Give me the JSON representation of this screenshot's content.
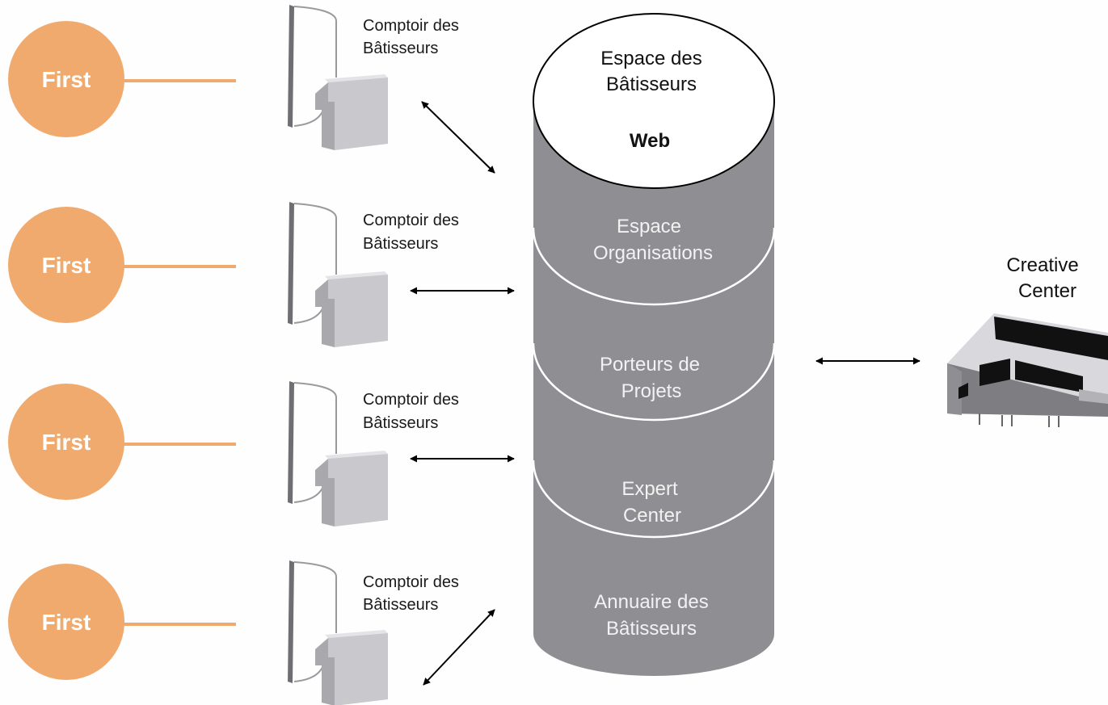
{
  "colors": {
    "first_circle": "#f0aa6e",
    "connector_line": "#f0aa6e",
    "database_fill": "#8f8e92",
    "database_top": "#ffffff",
    "counter_body": "#c9c8cc",
    "counter_side": "#a9a8ac",
    "arrow": "#000000"
  },
  "first_nodes": [
    {
      "label": "First",
      "counter_label_line1": "Comptoir des",
      "counter_label_line2": "Bâtisseurs"
    },
    {
      "label": "First",
      "counter_label_line1": "Comptoir des",
      "counter_label_line2": "Bâtisseurs"
    },
    {
      "label": "First",
      "counter_label_line1": "Comptoir des",
      "counter_label_line2": "Bâtisseurs"
    },
    {
      "label": "First",
      "counter_label_line1": "Comptoir des",
      "counter_label_line2": "Bâtisseurs"
    }
  ],
  "database": {
    "top": {
      "line1": "Espace des",
      "line2": "Bâtisseurs",
      "line3": "Web"
    },
    "layers": [
      {
        "line1": "Espace",
        "line2": "Organisations"
      },
      {
        "line1": "Porteurs de",
        "line2": "Projets"
      },
      {
        "line1": "Expert",
        "line2": "Center"
      },
      {
        "line1": "Annuaire des",
        "line2": "Bâtisseurs"
      }
    ]
  },
  "creative_center": {
    "line1": "Creative",
    "line2": "Center",
    "icon": "building-icon"
  }
}
